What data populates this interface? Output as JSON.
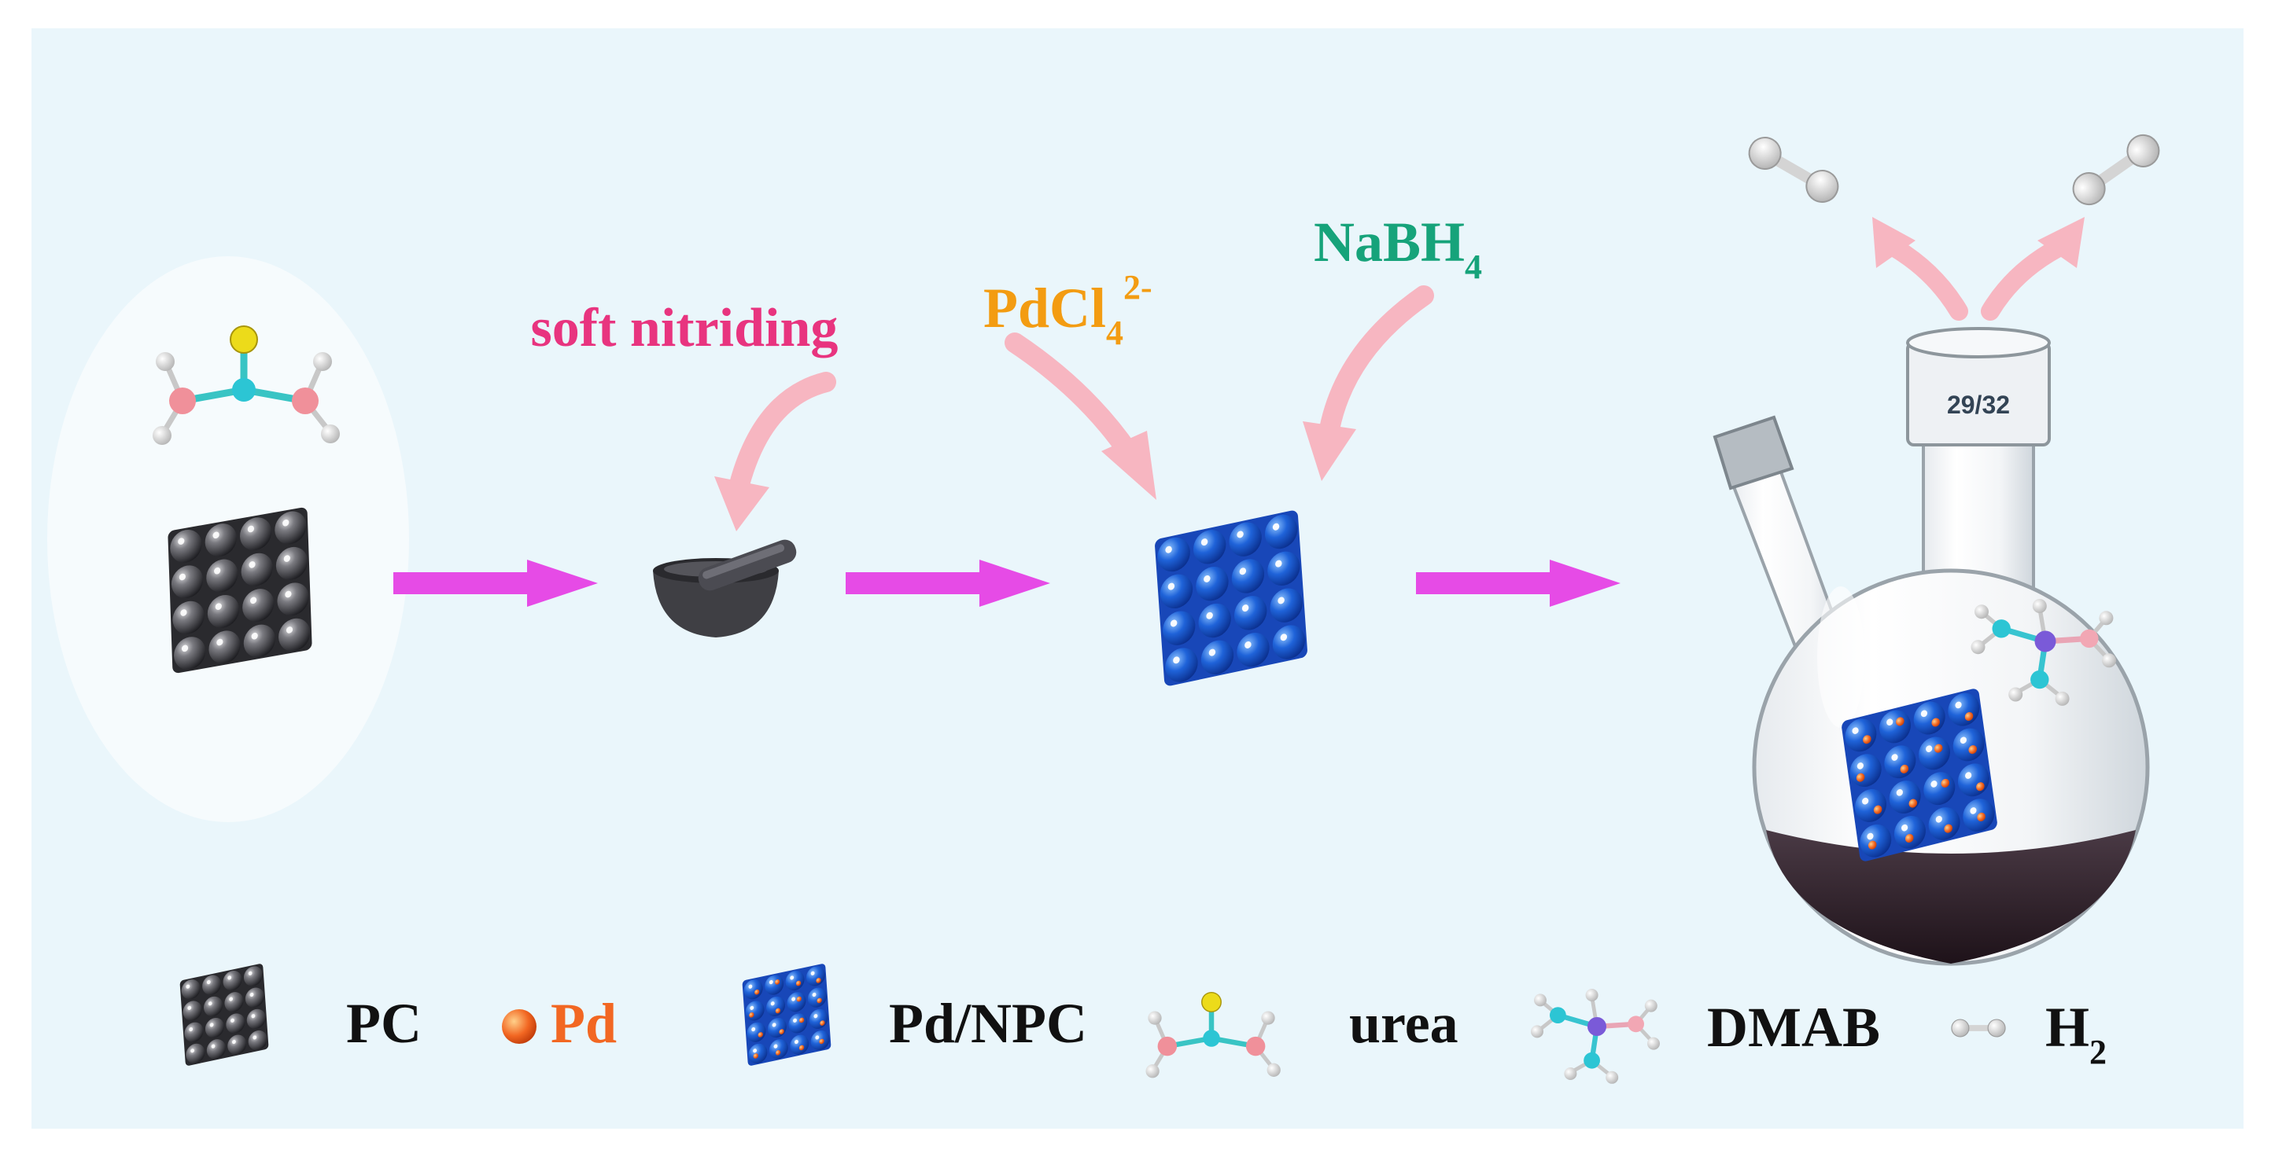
{
  "process": {
    "step_soft_nitriding": "soft nitriding",
    "reagent_pdcl": {
      "base": "PdCl",
      "sub": "4",
      "sup": "2-"
    },
    "reagent_nabh": {
      "base": "NaBH",
      "sub": "4"
    },
    "flask_joint_label": "29/32"
  },
  "legend": {
    "pc": "PC",
    "pd": "Pd",
    "pd_npc": "Pd/NPC",
    "urea": "urea",
    "dmab": "DMAB",
    "h2": {
      "base": "H",
      "sub": "2"
    }
  },
  "colors": {
    "arrow_magenta": "#e64be6",
    "curved_arrow_pink": "#f7b6c1",
    "label_pink": "#e8347f",
    "label_orange": "#f39c12",
    "label_green": "#16a37a",
    "pd_orange": "#f26722",
    "carbon_dark": "#3f3f44",
    "npc_blue": "#1f63d9"
  }
}
